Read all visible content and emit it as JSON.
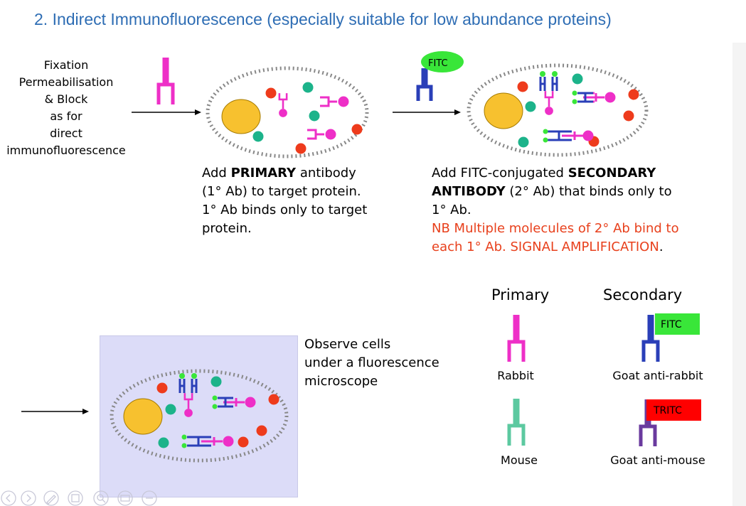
{
  "title": "2. Indirect Immunofluorescence (especially suitable for low abundance proteins)",
  "step0": {
    "lines": [
      "Fixation",
      "Permeabilisation",
      "& Block",
      "as for",
      "direct",
      "immunofluorescence"
    ]
  },
  "step1": {
    "line1_pre": "Add ",
    "line1_bold": "PRIMARY",
    "line1_post": " antibody",
    "line2": "(1° Ab) to target protein.",
    "line3": "1° Ab binds only to target",
    "line4": "protein."
  },
  "step2": {
    "fitc_label": "FITC",
    "line1_pre": "Add FITC-conjugated ",
    "line1_bold": "SECONDARY",
    "line2_bold": "ANTIBODY",
    "line2_post": " (2° Ab) that binds only to",
    "line3": "1° Ab.",
    "nb_line1": "NB Multiple molecules of 2° Ab bind to",
    "nb_line2": "each 1° Ab. SIGNAL AMPLIFICATION",
    "nb_period": "."
  },
  "step3": {
    "observe_lines": [
      "Observe cells",
      "under a fluorescence",
      "microscope"
    ]
  },
  "key": {
    "primary_header": "Primary",
    "secondary_header": "Secondary",
    "rabbit_label": "Rabbit",
    "mouse_label": "Mouse",
    "goat_anti_rabbit_label": "Goat anti-rabbit",
    "goat_anti_mouse_label": "Goat anti-mouse",
    "fitc_tag": "FITC",
    "tritc_tag": "TRITC"
  },
  "colors": {
    "title": "#2e6db4",
    "primary_rabbit": "#ee2fc7",
    "primary_mouse": "#5cc9a0",
    "secondary_fitc": "#2a3fb8",
    "secondary_tritc": "#6a3a9e",
    "fitc_green": "#39e639",
    "tritc_red": "#ff0000",
    "nucleus": "#f7c12f",
    "protein_red": "#ee3b1c",
    "protein_teal": "#1cb38a",
    "panel_bg": "#dcdcf8",
    "nb_text": "#e8401c"
  },
  "slide_nav_icons": [
    "previous-icon",
    "next-icon",
    "pen-icon",
    "slides-icon",
    "zoom-icon",
    "subtitles-icon",
    "more-icon"
  ]
}
